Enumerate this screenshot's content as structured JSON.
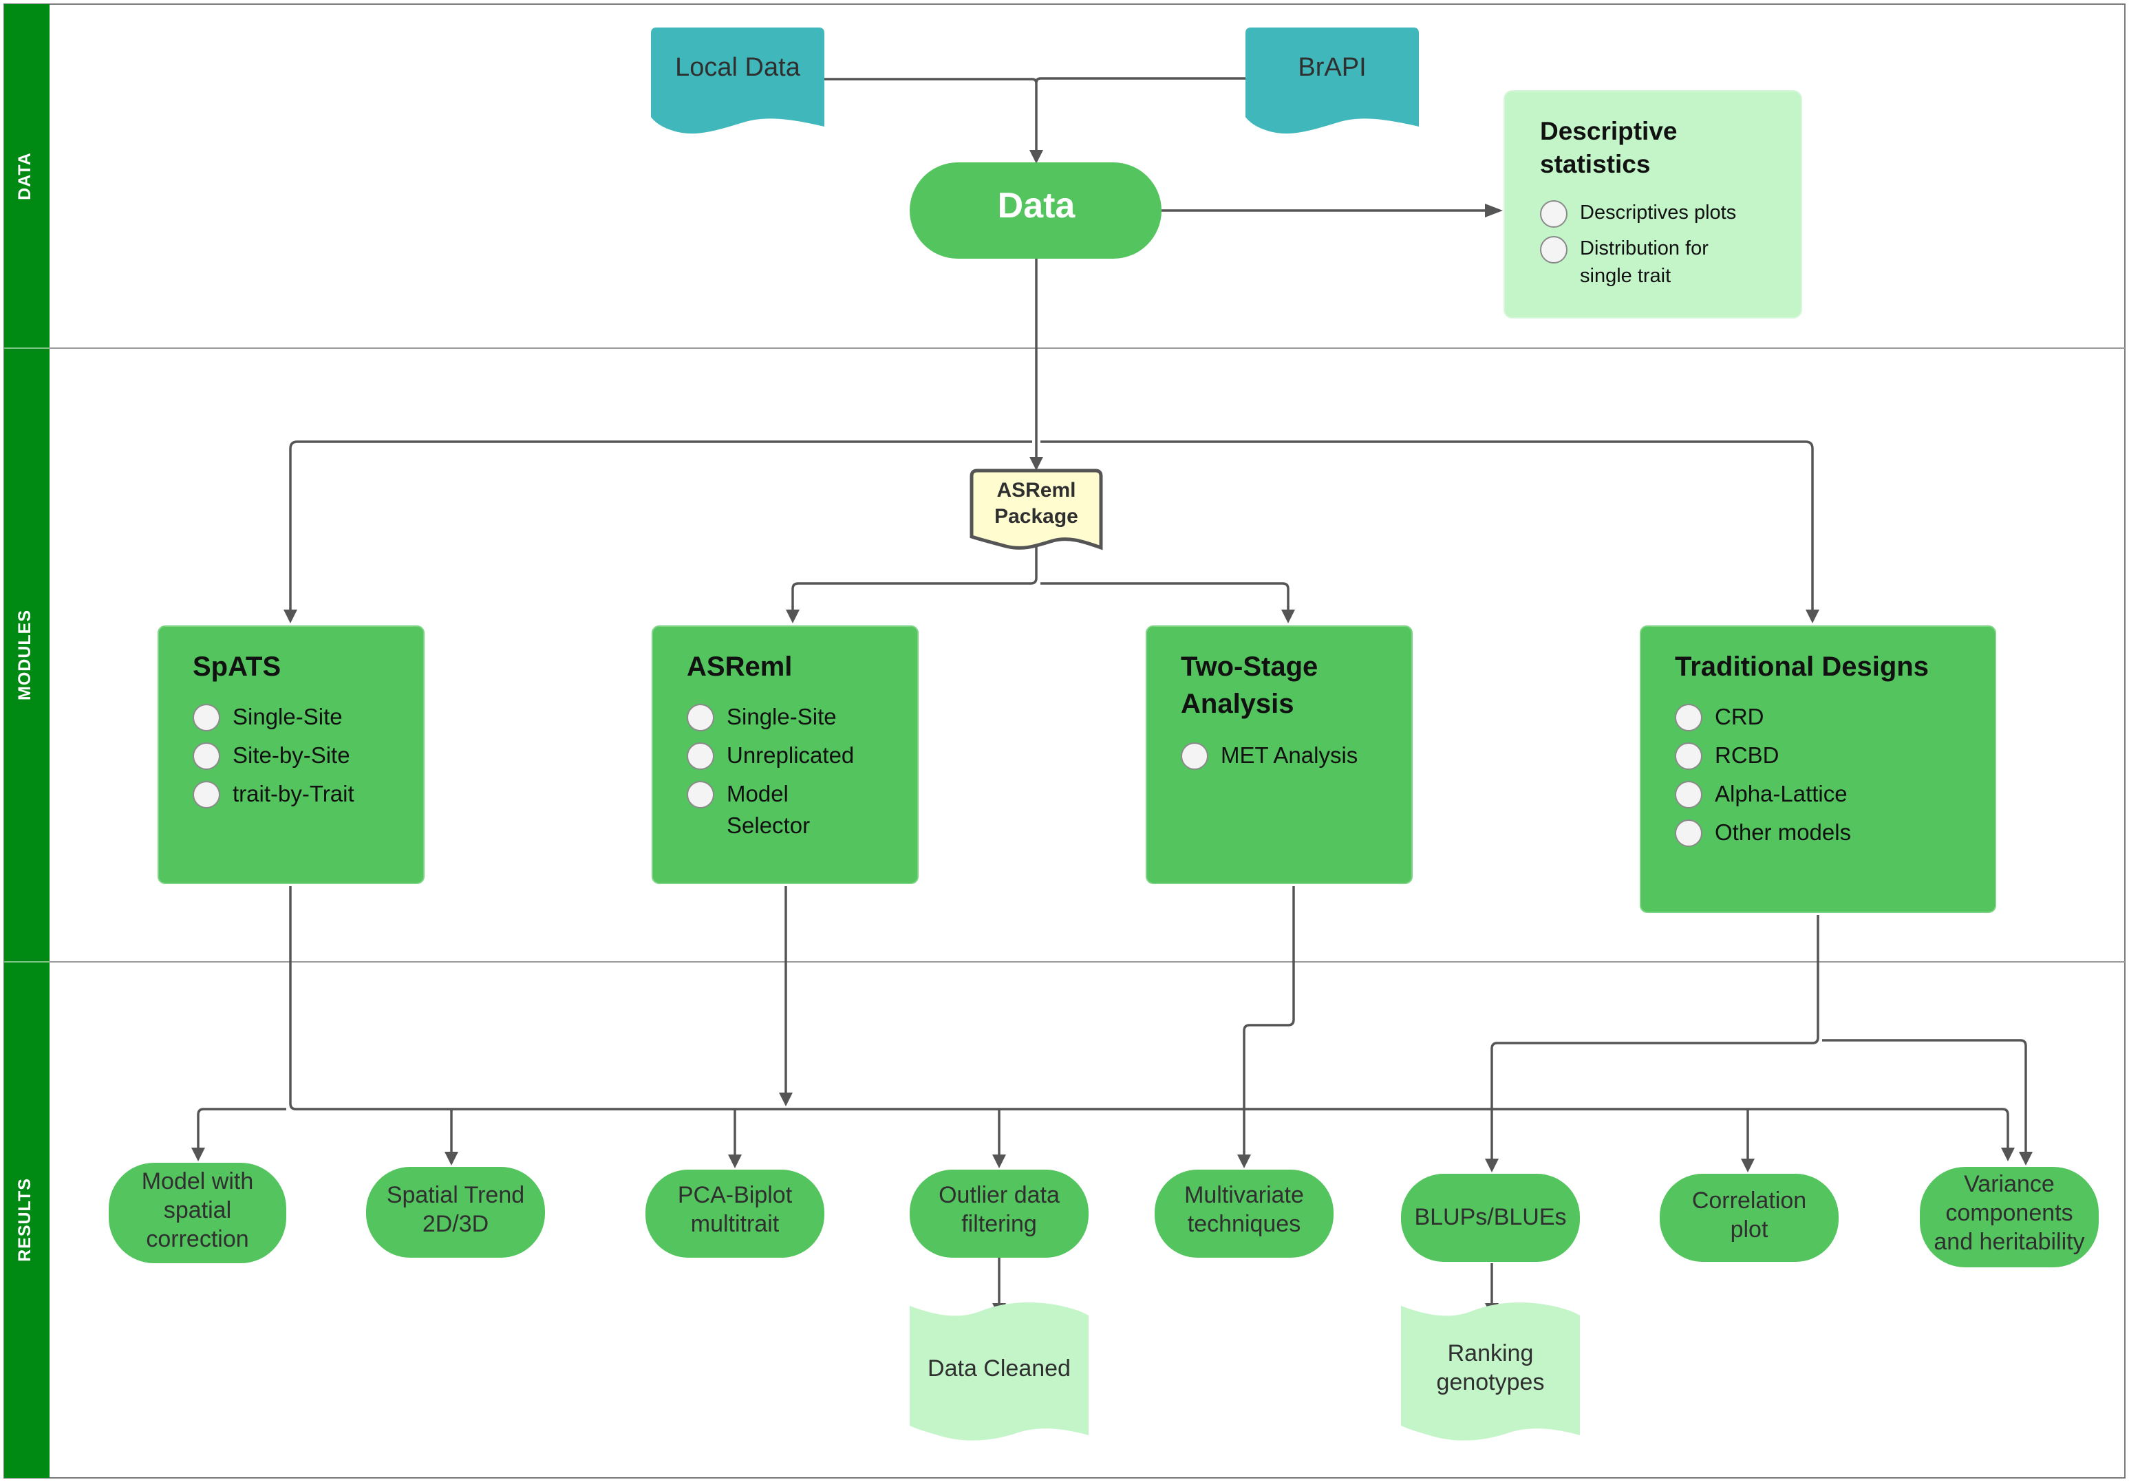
{
  "lanes": {
    "data": "DATA",
    "modules": "MODULES",
    "results": "RESULTS"
  },
  "sources": {
    "local": "Local Data",
    "brapi": "BrAPI"
  },
  "data_node": "Data",
  "descriptive": {
    "title_line1": "Descriptive",
    "title_line2": "statistics",
    "item1": "Descriptives plots",
    "item2_line1": "Distribution for",
    "item2_line2": "single trait"
  },
  "package": {
    "line1": "ASReml",
    "line2": "Package"
  },
  "modules": {
    "spats": {
      "title": "SpATS",
      "items": [
        "Single-Site",
        "Site-by-Site",
        "trait-by-Trait"
      ]
    },
    "asreml": {
      "title": "ASReml",
      "items": [
        "Single-Site",
        "Unreplicated",
        "Model"
      ],
      "item3_line2": "Selector"
    },
    "two_stage": {
      "title_line1": "Two-Stage",
      "title_line2": "Analysis",
      "items": [
        "MET Analysis"
      ]
    },
    "traditional": {
      "title": "Traditional Designs",
      "items": [
        "CRD",
        "RCBD",
        "Alpha-Lattice",
        "Other models"
      ]
    }
  },
  "results": {
    "model_spatial": [
      "Model with",
      "spatial",
      "correction"
    ],
    "spatial_trend": [
      "Spatial Trend",
      "2D/3D"
    ],
    "pca": [
      "PCA-Biplot",
      "multitrait"
    ],
    "outlier": [
      "Outlier data",
      "filtering"
    ],
    "multivariate": [
      "Multivariate",
      "techniques"
    ],
    "blups": "BLUPs/BLUEs",
    "correlation": [
      "Correlation",
      "plot"
    ],
    "variance": [
      "Variance",
      "components",
      "and heritability"
    ]
  },
  "outputs": {
    "data_cleaned": "Data Cleaned",
    "ranking": [
      "Ranking",
      "genotypes"
    ]
  },
  "colors": {
    "lane_bar": "#008a14",
    "source_teal": "#40b7bb",
    "green_node": "#54c45e",
    "light_green": "#c3f5c9",
    "package_yellow": "#fffdd0",
    "connector": "#555555"
  },
  "icons": {
    "bullet": "radio-bullet-icon",
    "arrowhead": "arrowhead-icon"
  }
}
